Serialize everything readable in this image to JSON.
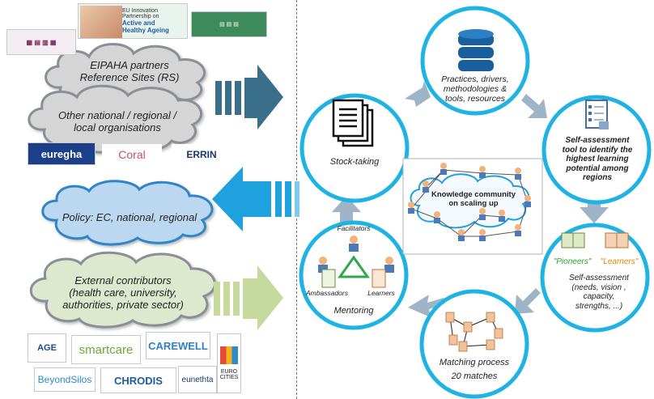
{
  "left": {
    "cloud_eip": "EIPAHA partners\nReference Sites (RS)",
    "cloud_other": "Other national / regional /\nlocal organisations",
    "cloud_policy": "Policy: EC, national, regional",
    "cloud_external": "External contributors\n(health care, university,\nauthorities, private sector)",
    "banner_title": "EU Innovation\nPartnership on",
    "banner_subtitle": "Active and\nHealthy Ageing",
    "logos_mid": [
      "euregha",
      "Coral",
      "ERRIN"
    ],
    "logos_bottom": [
      "AGE",
      "smartcare",
      "CAREWELL",
      "BeyondSilos",
      "CHRODIS",
      "eunethta",
      "EURO\nCITIES"
    ]
  },
  "cycle": {
    "stock_taking": "Stock-taking",
    "practices": "Practices, drivers,\nmethodologies &\ntools, resources",
    "self_tool": "Self-assessment\ntool to identify the\nhighest learning\npotential among\nregions",
    "pioneers": "\"Pioneers\"",
    "learners_q": "\"Learners\"",
    "self_assessment": "Self-assessment\n(needs, vision ,\ncapacity,\nstrengths, ...)",
    "matching": "Matching process\n20 matches",
    "mentoring": "Mentoring",
    "facilitators": "Facilitators",
    "ambassadors": "Ambassadors",
    "learners": "Learners",
    "knowledge": "Knowledge community\non scaling up"
  },
  "colors": {
    "circle_border": "#1fb3e3",
    "cloud_grey_fill": "#d5d5d5",
    "cloud_grey_border": "#8a8f96",
    "cloud_blue_fill": "#bcd8f0",
    "cloud_blue_border": "#2f86c8",
    "cloud_green_fill": "#dde8cf",
    "arrow_right": "#3a6f8a",
    "arrow_left": "#1ea1dc",
    "arrow_green": "#c5da9c",
    "cycle_arrow": "#a0b4c8",
    "pioneers": "#2ca02c",
    "learners_quote": "#e08a00"
  }
}
